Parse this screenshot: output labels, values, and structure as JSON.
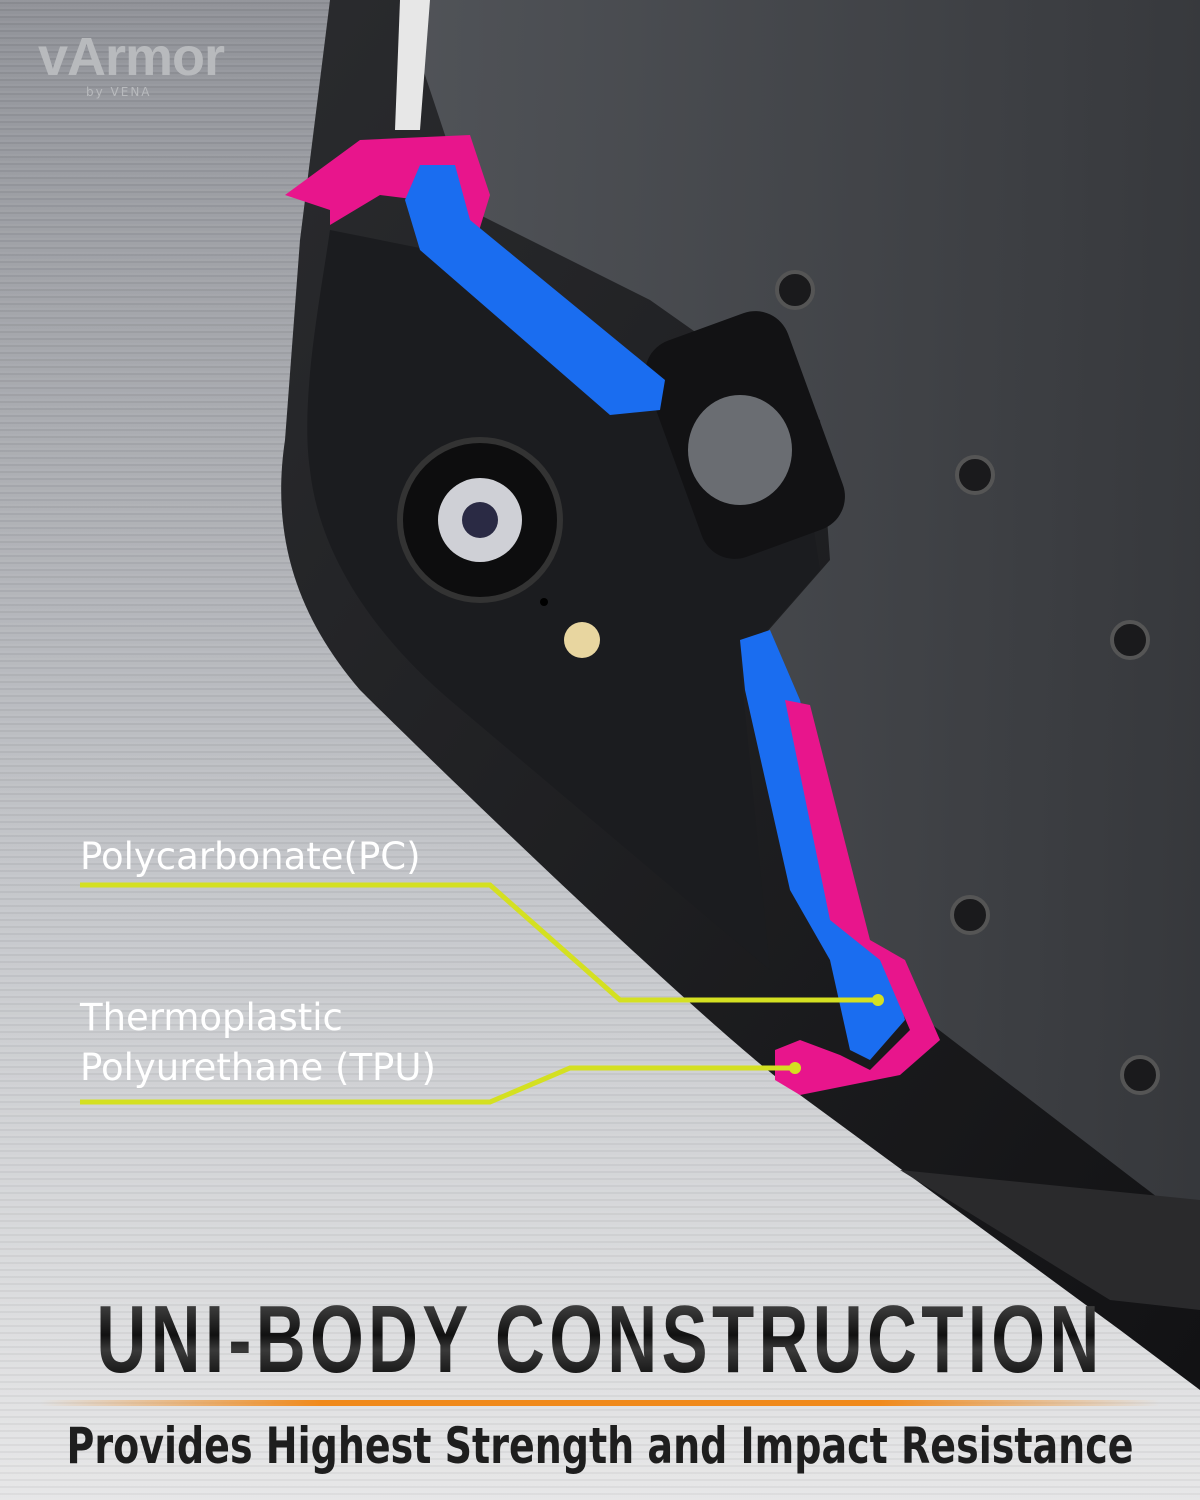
{
  "logo": {
    "brand": "vArmor",
    "byline": "by VENA"
  },
  "callouts": [
    {
      "label": "Polycarbonate(PC)"
    },
    {
      "label_line1": "Thermoplastic",
      "label_line2": "Polyurethane (TPU)"
    }
  ],
  "headline": "UNI-BODY CONSTRUCTION",
  "tagline": "Provides Highest Strength and Impact Resistance",
  "colors": {
    "pc_layer": "#1a6df0",
    "tpu_layer": "#e8158c",
    "leader_line": "#d4e021",
    "accent_rule": "#f08a1c"
  }
}
